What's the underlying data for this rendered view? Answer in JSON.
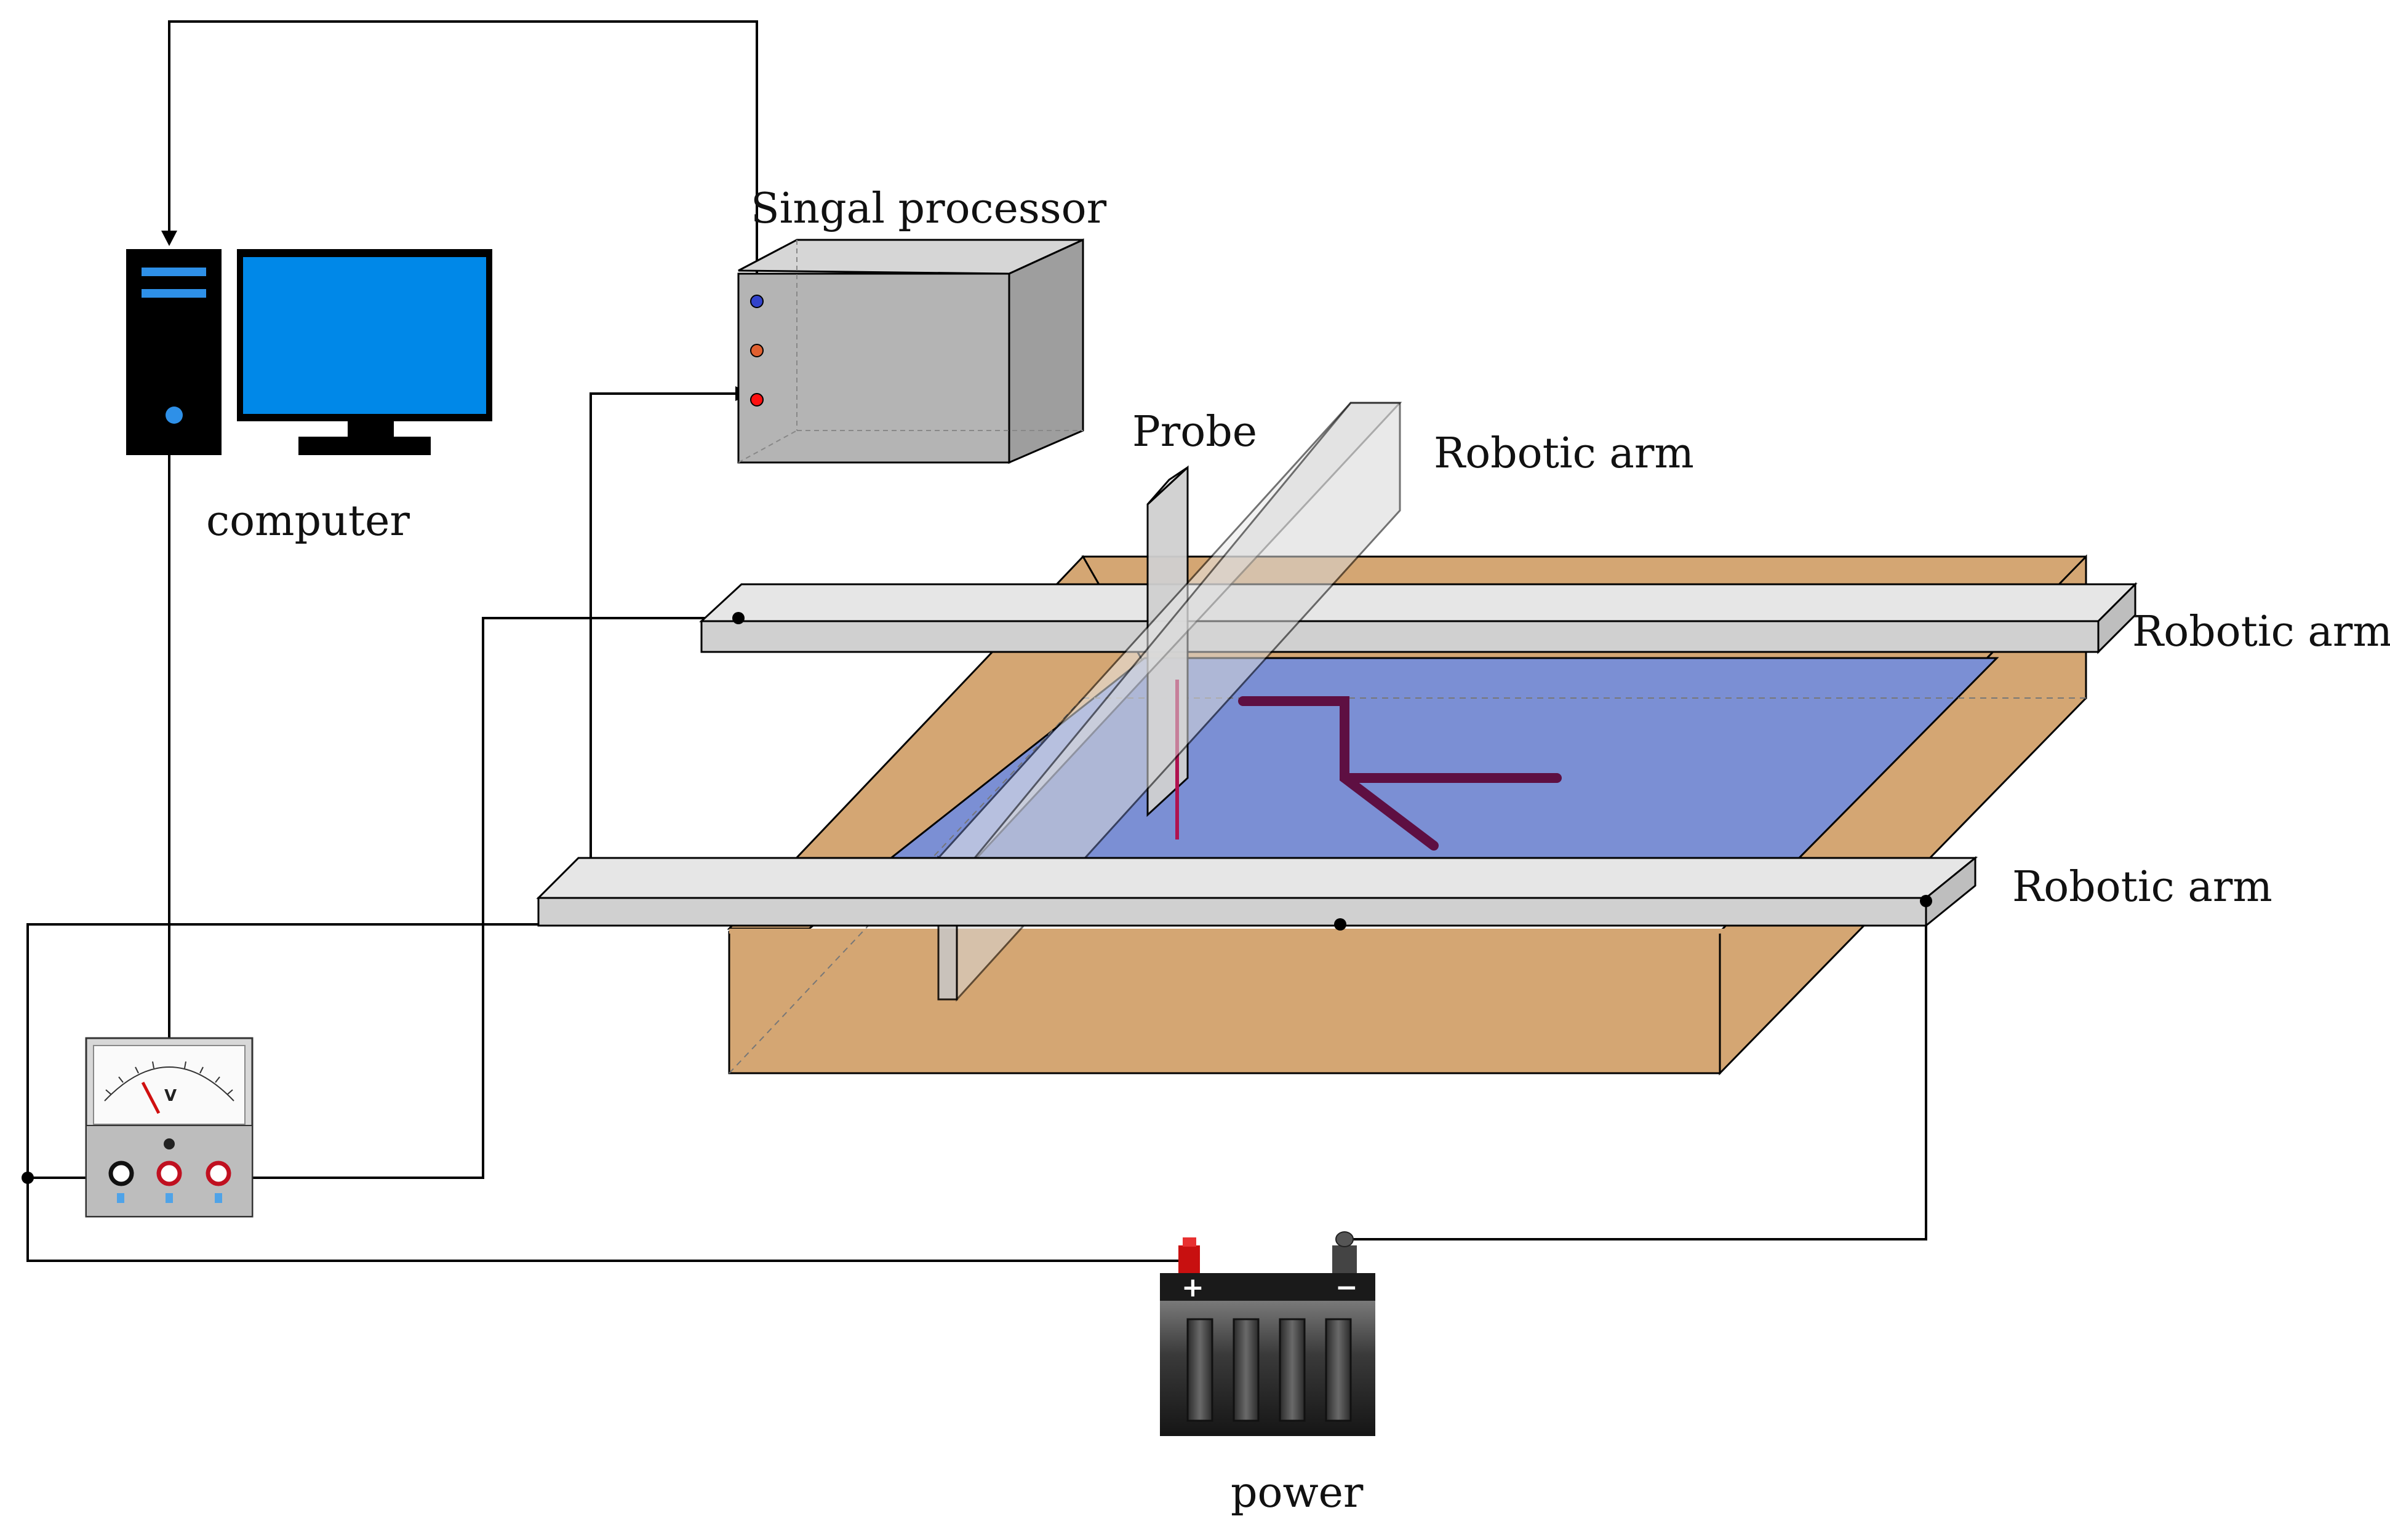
{
  "labels": {
    "signal_processor": "Singal processor",
    "computer": "computer",
    "probe": "Probe",
    "arm_vertical": "Robotic arm",
    "arm_rear": "Robotic arm",
    "arm_front": "Robotic arm",
    "power": "power",
    "voltmeter_unit": "V"
  },
  "colors": {
    "screen": "#0088E8",
    "tank_side": "#D4A673",
    "water": "#7B8FD4",
    "crack": "#5E0F42",
    "arm": "#D8D8D8",
    "processor": "#B4B4B4",
    "wire": "#000000"
  },
  "icons": {
    "computer": "desktop-computer-icon",
    "voltmeter": "analog-voltmeter-icon",
    "battery": "battery-icon"
  }
}
